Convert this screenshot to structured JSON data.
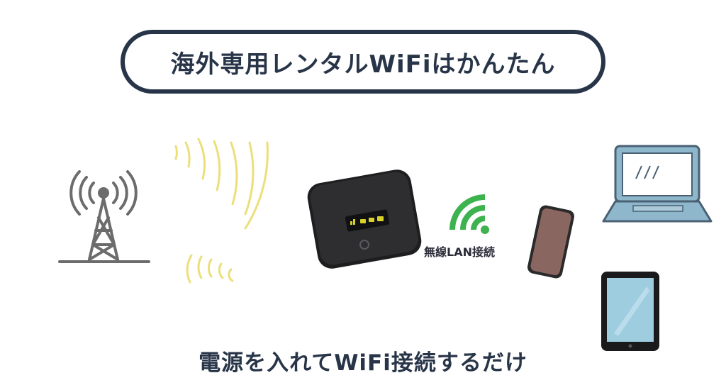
{
  "title": "海外専用レンタルWiFiはかんたん",
  "wlan_label": "無線LAN接続",
  "caption": "電源を入れてWiFi接続するだけ",
  "colors": {
    "navy": "#283548",
    "tower_gray": "#6c6c6c",
    "signal_yellow": "#ecdf7a",
    "wifi_green": "#3db24f",
    "router_body": "#2e2e30",
    "led_yellow": "#d7d12a",
    "phone_body": "#8a6660",
    "device_blue": "#8fb7cc",
    "tablet_screen": "#9fcde0"
  },
  "icons": [
    "cell-tower-icon",
    "signal-waves-icon",
    "router-icon",
    "wifi-icon",
    "smartphone-icon",
    "laptop-icon",
    "tablet-icon"
  ]
}
